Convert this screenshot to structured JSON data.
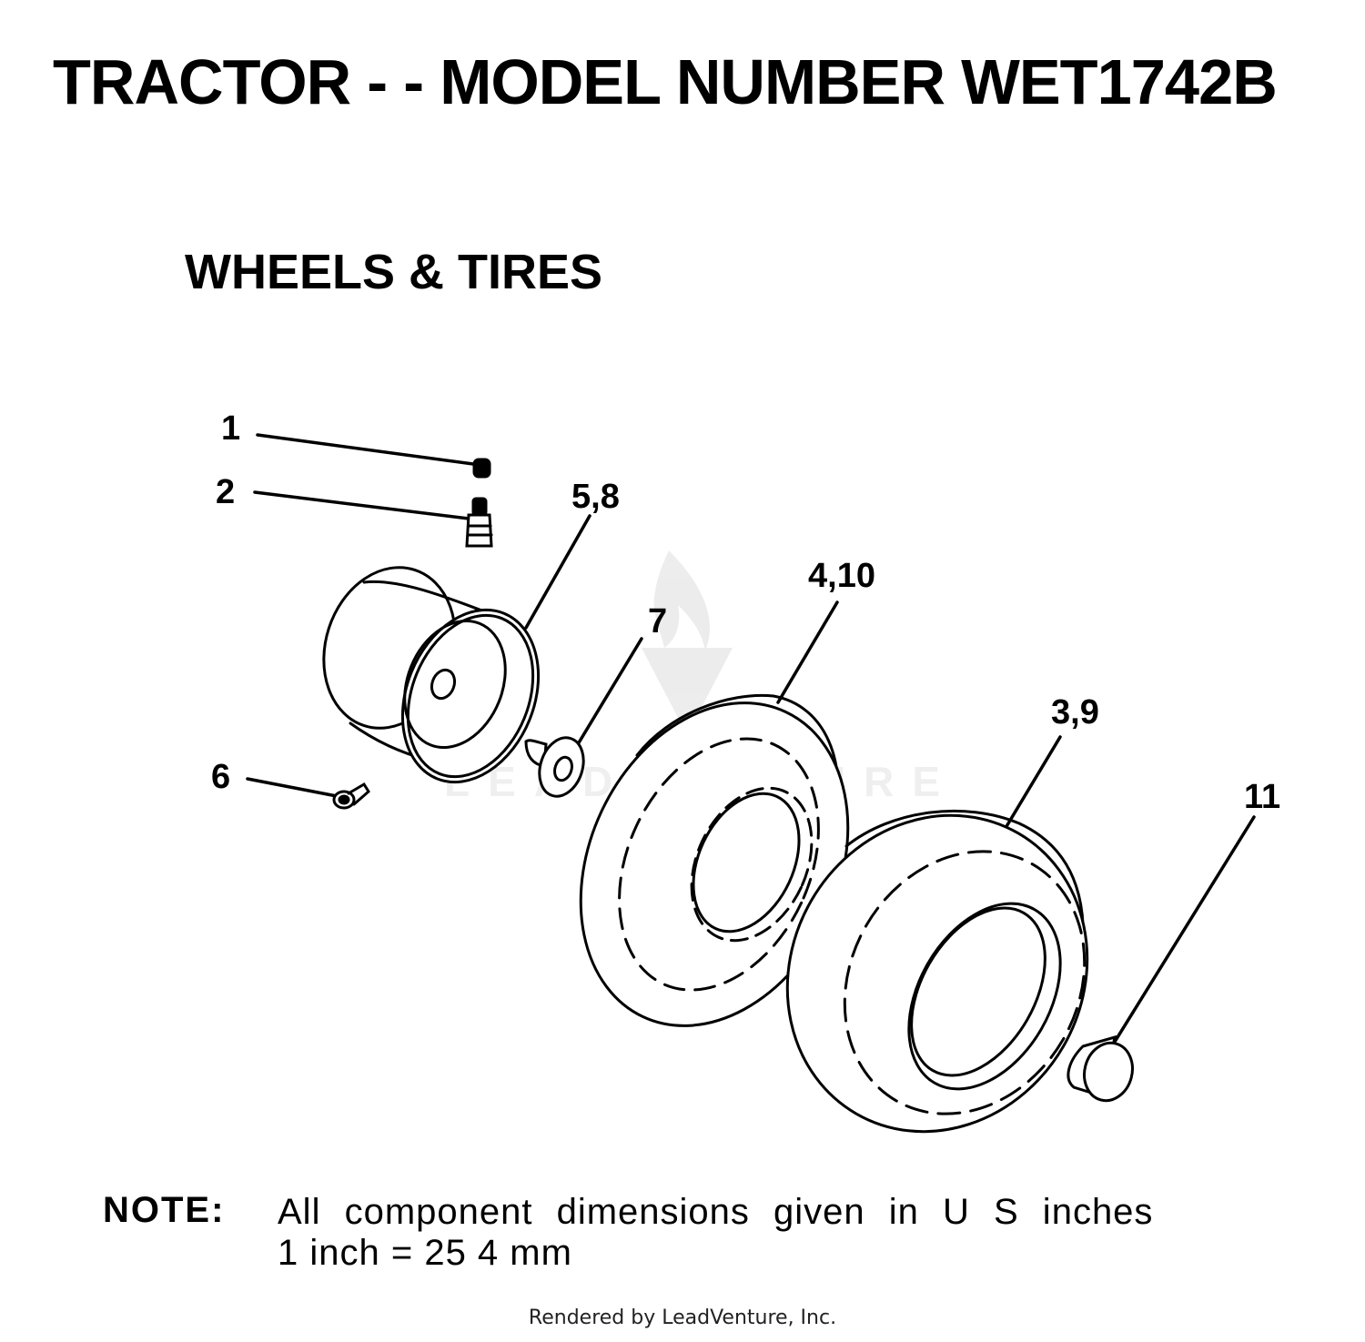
{
  "header": {
    "title": "TRACTOR - - MODEL NUMBER WET1742B",
    "subtitle": "WHEELS & TIRES"
  },
  "callouts": [
    {
      "label": "1",
      "part": "valve-cap"
    },
    {
      "label": "2",
      "part": "valve-stem"
    },
    {
      "label": "5,8",
      "part": "wheel-rim"
    },
    {
      "label": "4,10",
      "part": "tire"
    },
    {
      "label": "7",
      "part": "bearing"
    },
    {
      "label": "3,9",
      "part": "tire-assembly"
    },
    {
      "label": "6",
      "part": "fitting"
    },
    {
      "label": "11",
      "part": "bushing"
    }
  ],
  "note": {
    "label": "NOTE:",
    "line1": "All component dimensions given in U S  inches",
    "line2": "1 inch = 25 4 mm"
  },
  "watermark": "LEADVENTURE",
  "footer": "Rendered by LeadVenture, Inc."
}
